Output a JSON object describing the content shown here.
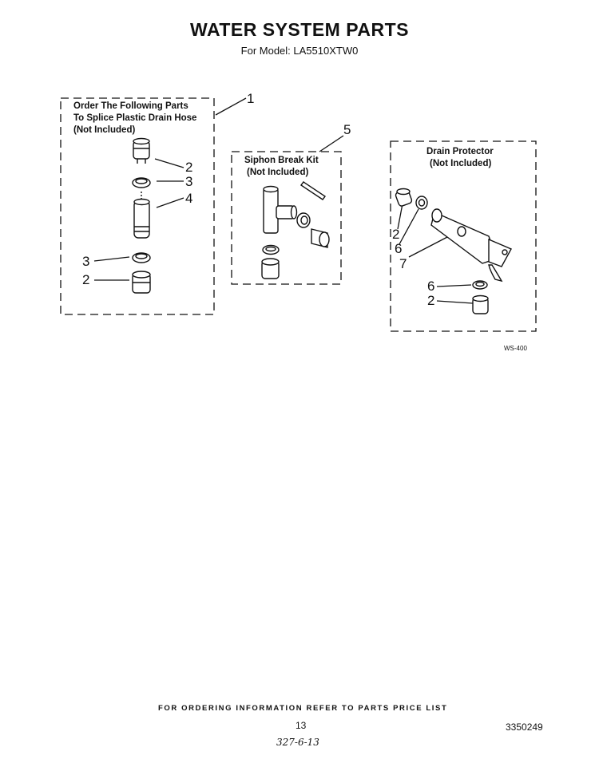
{
  "header": {
    "title": "WATER SYSTEM PARTS",
    "model": "For Model: LA5510XTW0"
  },
  "boxes": {
    "drain_hose": {
      "line1": "Order The Following Parts",
      "line2": "To Splice Plastic Drain Hose",
      "line3": "(Not Included)"
    },
    "siphon": {
      "line1": "Siphon Break Kit",
      "line2": "(Not Included)"
    },
    "drain_protector": {
      "line1": "Drain Protector",
      "line2": "(Not Included)"
    }
  },
  "callouts": {
    "c1": "1",
    "c2a": "2",
    "c3a": "3",
    "c4": "4",
    "c3b": "3",
    "c2b": "2",
    "c5": "5",
    "c2c": "2",
    "c6a": "6",
    "c7": "7",
    "c6b": "6",
    "c2d": "2"
  },
  "figure_code": "WS-400",
  "footer": {
    "ordering": "FOR ORDERING INFORMATION REFER TO PARTS PRICE LIST",
    "page_number": "13",
    "doc_number": "3350249",
    "handwritten": "327-6-13"
  }
}
